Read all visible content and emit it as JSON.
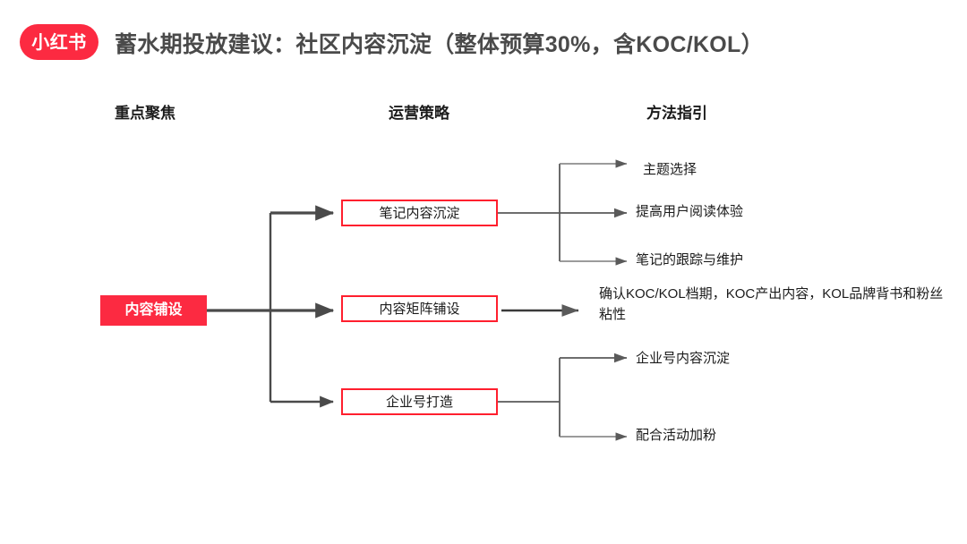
{
  "header": {
    "logo_text": "小红书",
    "logo_color": "#fc2a41",
    "title": "蓄水期投放建议：社区内容沉淀（整体预算30%，含KOC/KOL）",
    "title_color": "#4a4a4a"
  },
  "columns": [
    {
      "label": "重点聚焦"
    },
    {
      "label": "运营策略"
    },
    {
      "label": "方法指引"
    }
  ],
  "diagram": {
    "type": "tree",
    "accent_color": "#ff1f2e",
    "connector_color": "#4a4a4a",
    "root": {
      "label": "内容铺设",
      "style": "filled-red"
    },
    "branches": [
      {
        "strategy": "笔记内容沉淀",
        "methods": [
          "主题选择",
          "提高用户阅读体验",
          "笔记的跟踪与维护"
        ]
      },
      {
        "strategy": "内容矩阵铺设",
        "methods": [
          "确认KOC/KOL档期，KOC产出内容，KOL品牌背书和粉丝粘性"
        ]
      },
      {
        "strategy": "企业号打造",
        "methods": [
          "企业号内容沉淀",
          "配合活动加粉"
        ]
      }
    ]
  }
}
